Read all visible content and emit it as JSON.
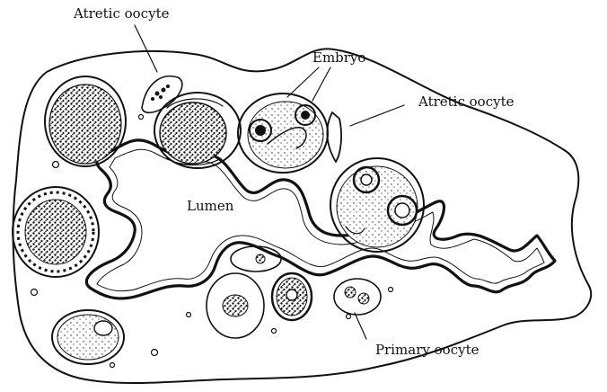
{
  "labels": {
    "atretic_oocyte_top": "Atretic oocyte",
    "embryo": "Embryo",
    "atretic_oocyte_right": "Atretic oocyte",
    "lumen": "Lumen",
    "primary_oocyte": "Primary oocyte"
  },
  "colors": {
    "ink": "#111111",
    "paper": "#ffffff",
    "stipple": "#2a2a2a"
  }
}
